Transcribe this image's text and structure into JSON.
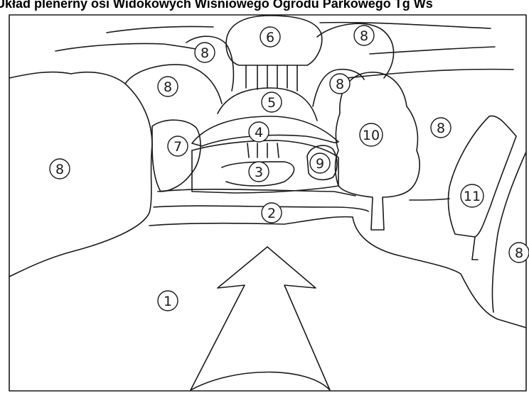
{
  "caption": "Układ plenerny osi Widokowych Wiśniowego Ogrodu Parkowego Tg Ws",
  "labels": [
    "1",
    "2",
    "3",
    "4",
    "5",
    "6",
    "7",
    "8",
    "9",
    "10",
    "11"
  ]
}
